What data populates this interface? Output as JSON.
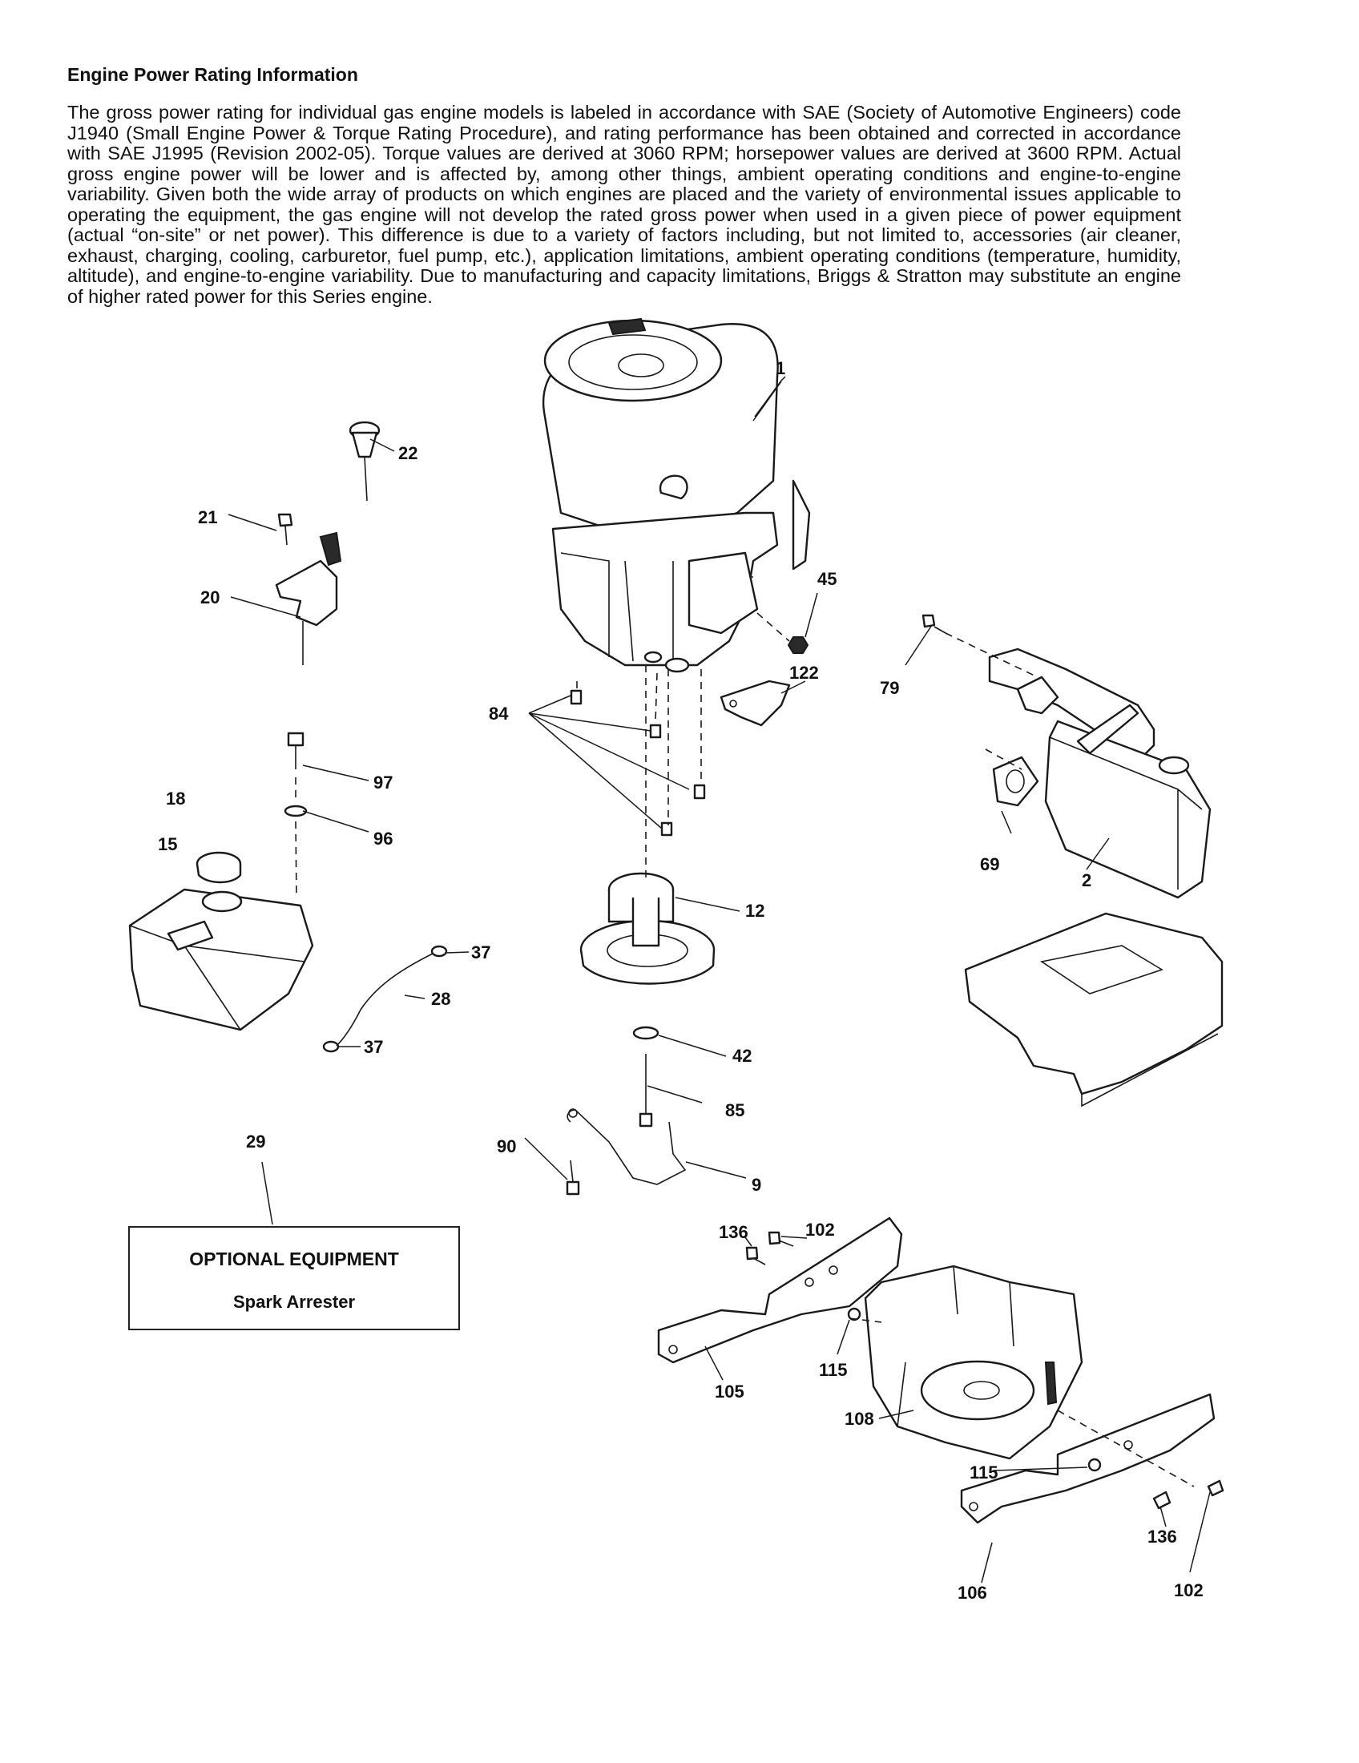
{
  "heading": "Engine Power Rating Information",
  "paragraph": "The gross power rating for individual gas engine models is labeled in accordance with SAE (Society of Automotive Engineers) code J1940 (Small Engine Power & Torque Rating Procedure), and rating performance has been obtained and corrected in accordance with SAE J1995 (Revision 2002-05). Torque values are derived at 3060 RPM; horsepower values are derived at 3600 RPM. Actual gross engine power will be lower and is affected by, among other things, ambient operating conditions and engine-to-engine variability. Given both the wide array of products on which engines are placed and the variety of environmental issues applicable to operating the equipment, the gas engine will not develop the rated gross power when used in a given piece of power equipment (actual “on-site” or net power). This difference is due to a variety of factors including, but not limited to, accessories (air cleaner, exhaust, charging, cooling, carburetor, fuel pump, etc.), application limitations, ambient operating conditions (temperature, humidity, altitude), and engine-to-engine variability. Due to manufacturing and capacity limitations, Briggs & Stratton may substitute an engine of higher rated power for this Series engine.",
  "callouts": {
    "c1": "1",
    "c22": "22",
    "c21": "21",
    "c20": "20",
    "c45": "45",
    "c79": "79",
    "c122": "122",
    "c84": "84",
    "c97": "97",
    "c18": "18",
    "c96": "96",
    "c15": "15",
    "c69": "69",
    "c2": "2",
    "c12": "12",
    "c37a": "37",
    "c28": "28",
    "c37b": "37",
    "c42": "42",
    "c85": "85",
    "c29": "29",
    "c90": "90",
    "c9": "9",
    "c136a": "136",
    "c102a": "102",
    "c115a": "115",
    "c105": "105",
    "c108": "108",
    "c115b": "115",
    "c136b": "136",
    "c106": "106",
    "c102b": "102"
  },
  "optional": {
    "title": "OPTIONAL EQUIPMENT",
    "subtitle": "Spark Arrester"
  }
}
